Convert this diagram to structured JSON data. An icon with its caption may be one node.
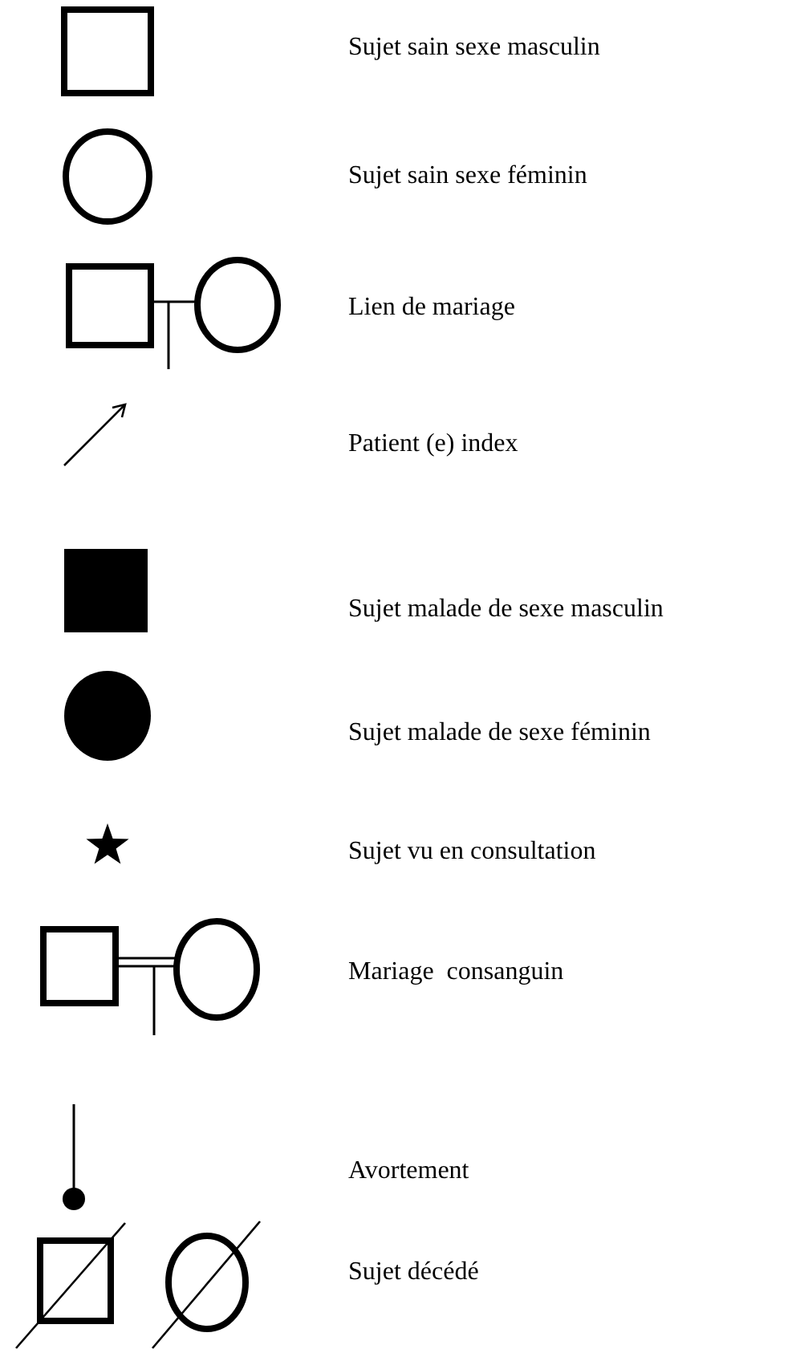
{
  "diagram": {
    "legend": [
      {
        "text": "Sujet sain sexe masculin"
      },
      {
        "text": "Sujet sain sexe féminin"
      },
      {
        "text": "Lien de mariage"
      },
      {
        "text": "Patient (e) index"
      },
      {
        "text": "Sujet malade de sexe masculin"
      },
      {
        "text": "Sujet malade de sexe féminin"
      },
      {
        "text": "Sujet vu en consultation"
      },
      {
        "text": "Mariage  consanguin"
      },
      {
        "text": "Avortement"
      },
      {
        "text": "Sujet décédé"
      }
    ]
  }
}
